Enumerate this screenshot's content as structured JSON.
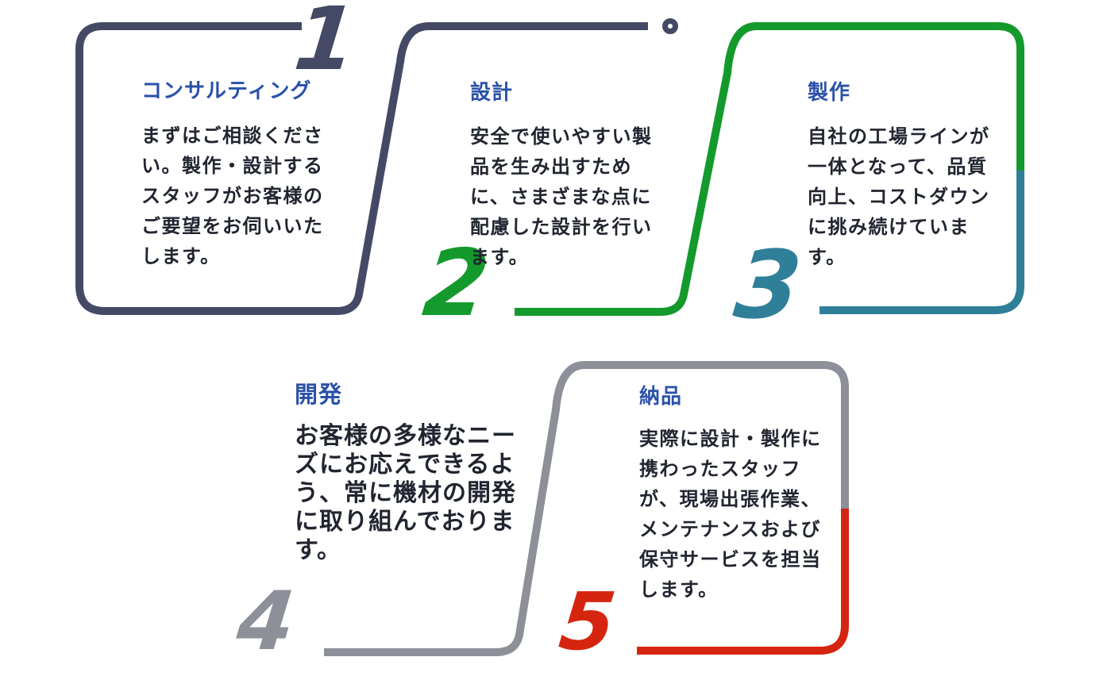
{
  "palette": {
    "navy": "#444a66",
    "green": "#149a2c",
    "teal": "#2f7f99",
    "gray": "#8d8f99",
    "red": "#d6250f",
    "title_blue": "#2b51a8",
    "body_text": "#212530",
    "background": "#ffffff"
  },
  "steps": [
    {
      "number": "1",
      "title": "コンサルティング",
      "accent": "#444a66",
      "body": [
        "まずはご相談くださ",
        "い。製作・設計する",
        "スタッフがお客様の",
        "ご要望をお伺いいた",
        "します。"
      ]
    },
    {
      "number": "2",
      "title": "設計",
      "accent": "#149a2c",
      "body": [
        "安全で使いやすい製",
        "品を生み出すため",
        "に、さまざまな点に",
        "配慮した設計を行い",
        "ます。"
      ]
    },
    {
      "number": "3",
      "title": "製作",
      "accent": "#2f7f99",
      "body": [
        "自社の工場ラインが",
        "一体となって、品質",
        "向上、コストダウン",
        "に挑み続けていま",
        "す。"
      ]
    },
    {
      "number": "4",
      "title": "開発",
      "accent": "#8d8f99",
      "body": [
        "お客様の多様なニー",
        "ズにお応えできるよ",
        "う、常に機材の開発",
        "に取り組んでおりま",
        "す。"
      ]
    },
    {
      "number": "5",
      "title": "納品",
      "accent": "#d6250f",
      "body": [
        "実際に設計・製作に",
        "携わったスタッフ",
        "が、現場出張作業、",
        "メンテナンスおよび",
        "保守サービスを担当",
        "します。"
      ]
    }
  ]
}
